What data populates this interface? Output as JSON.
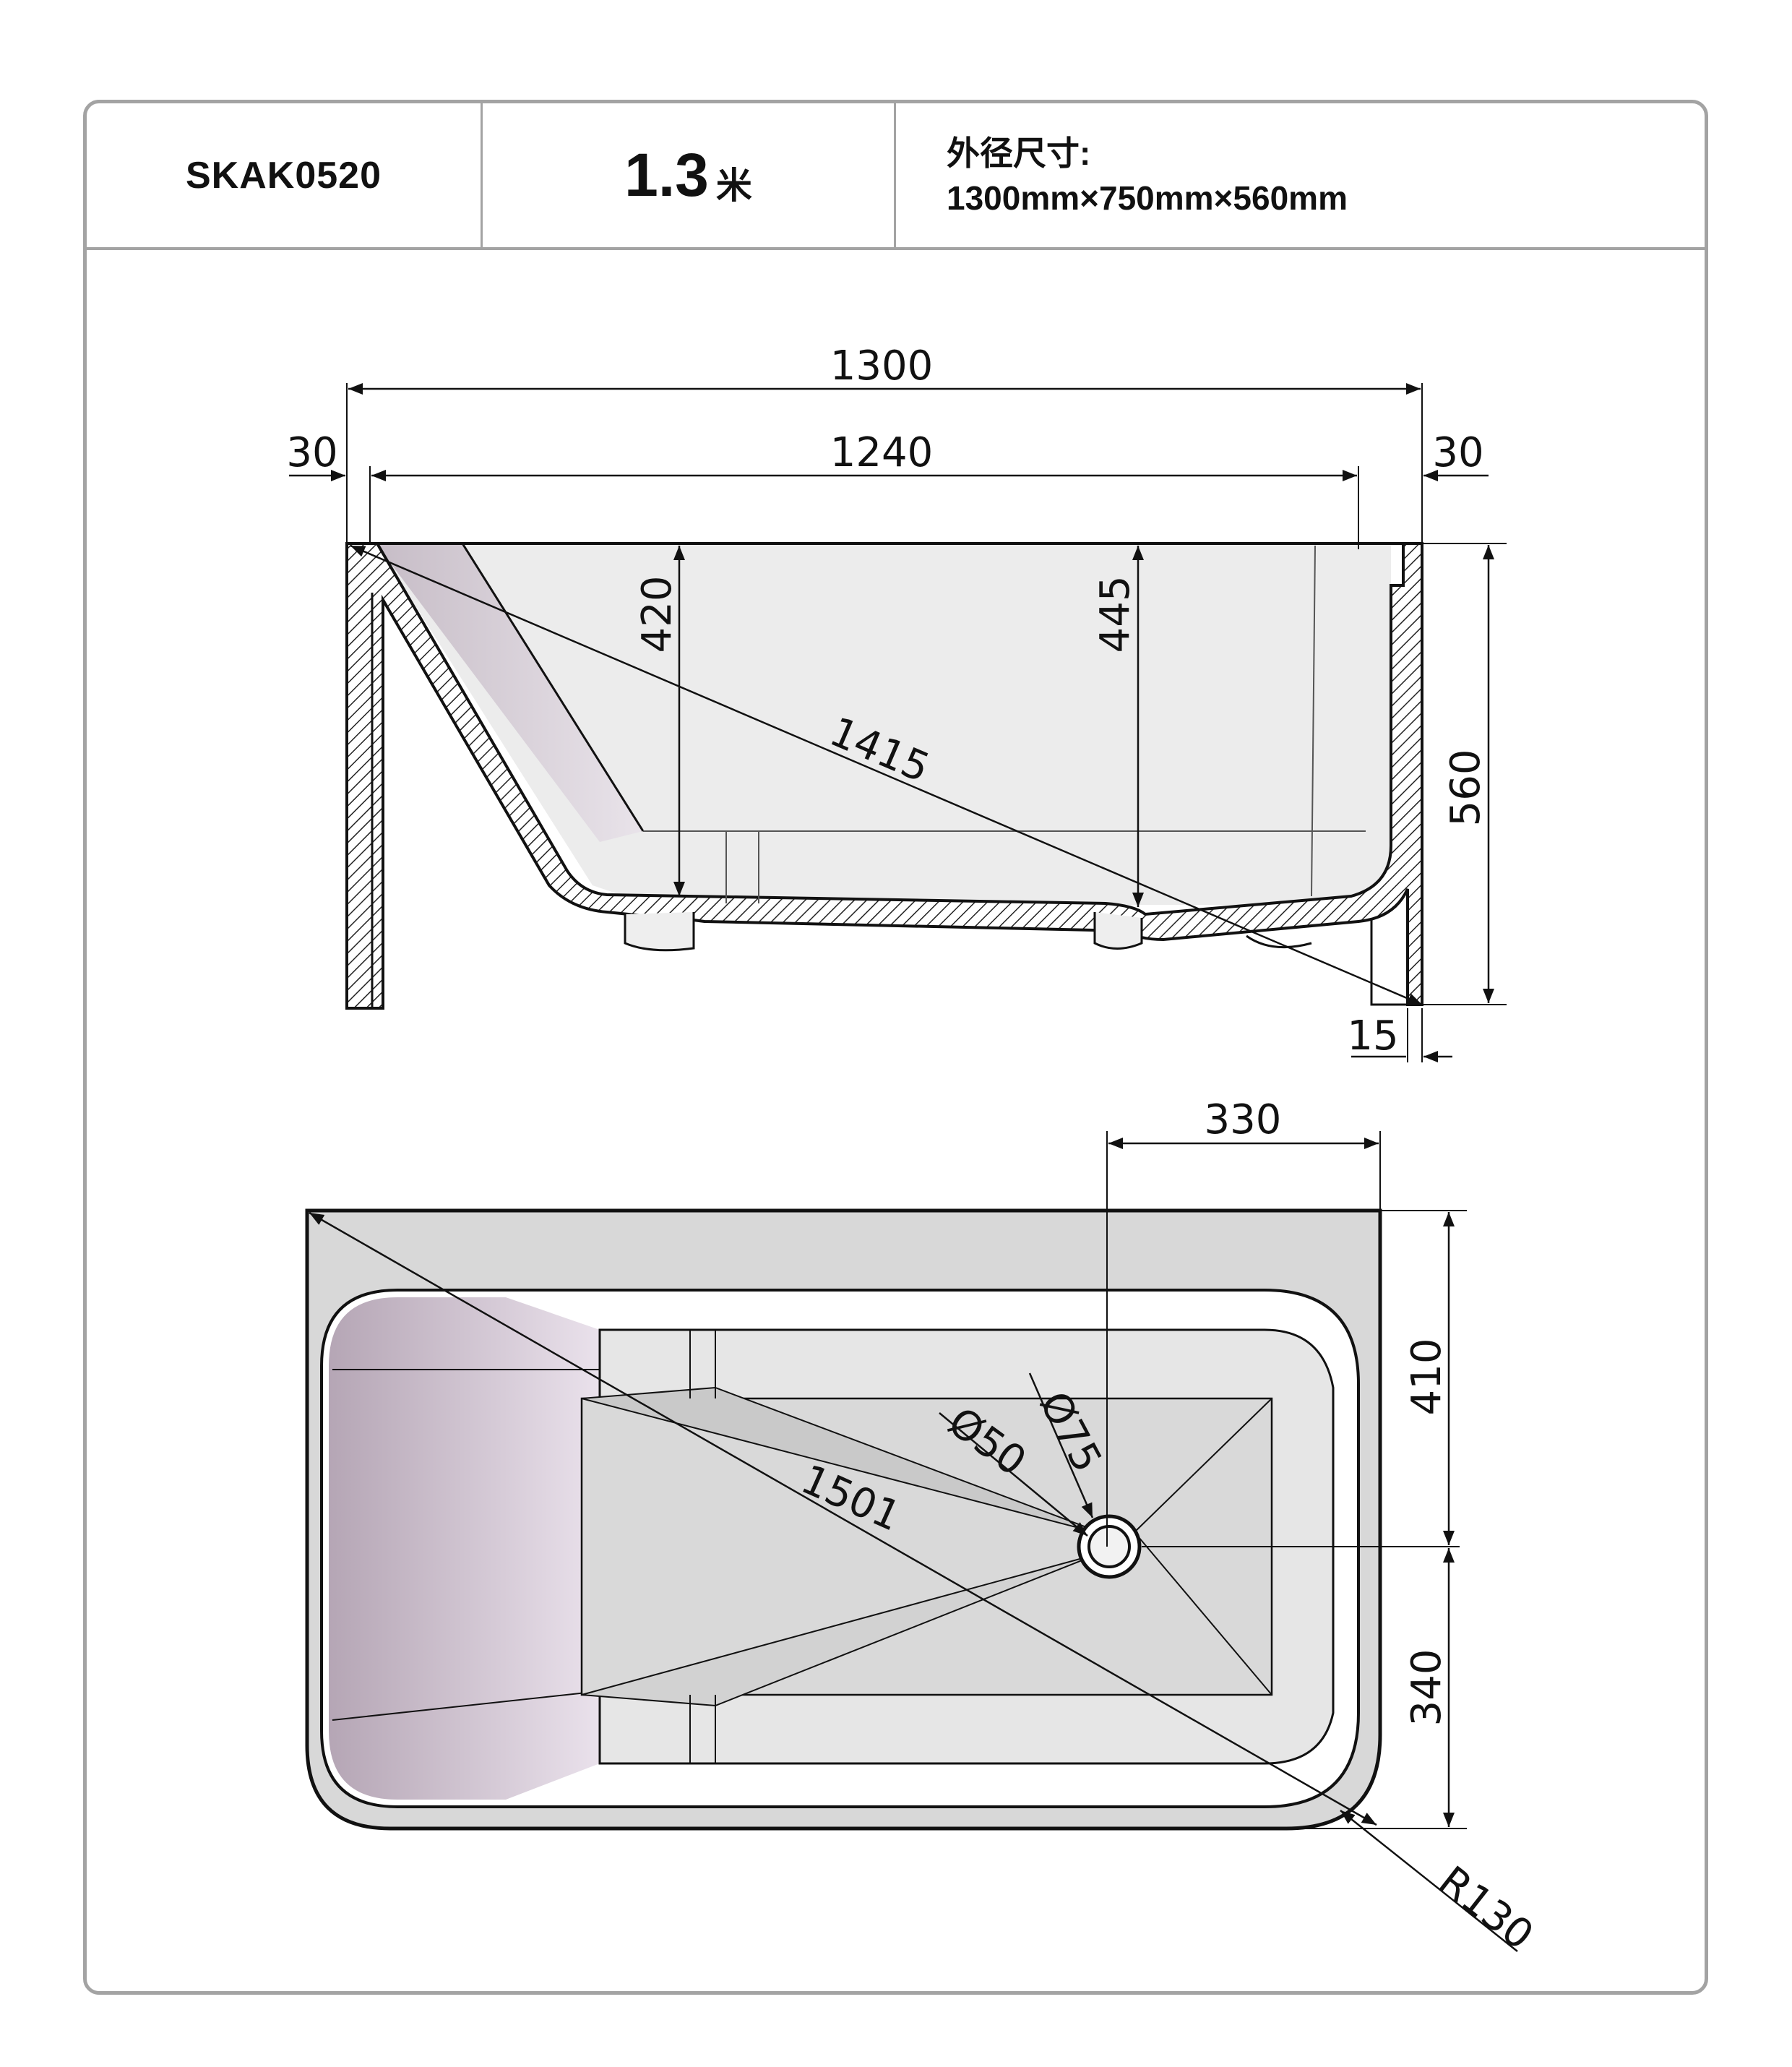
{
  "header": {
    "model": "SKAK0520",
    "length_value": "1.3",
    "length_unit": "米",
    "size_label": "外径尺寸:",
    "size_value": "1300mm×750mm×560mm"
  },
  "side_view": {
    "overall_length": "1300",
    "inner_length": "1240",
    "left_rim": "30",
    "right_rim": "30",
    "depth_left": "420",
    "depth_right": "445",
    "diagonal": "1415",
    "height": "560",
    "foot": "15"
  },
  "top_view": {
    "drain_offset": "330",
    "upper_width": "410",
    "lower_width": "340",
    "diagonal": "1501",
    "drain_small": "Ø50",
    "drain_large": "Ø75",
    "corner_radius": "R130"
  },
  "colors": {
    "line": "#111111",
    "frame": "#a3a3a3",
    "inner_fill": "#e9e9e9",
    "purple_shade": "#b59fc0"
  }
}
